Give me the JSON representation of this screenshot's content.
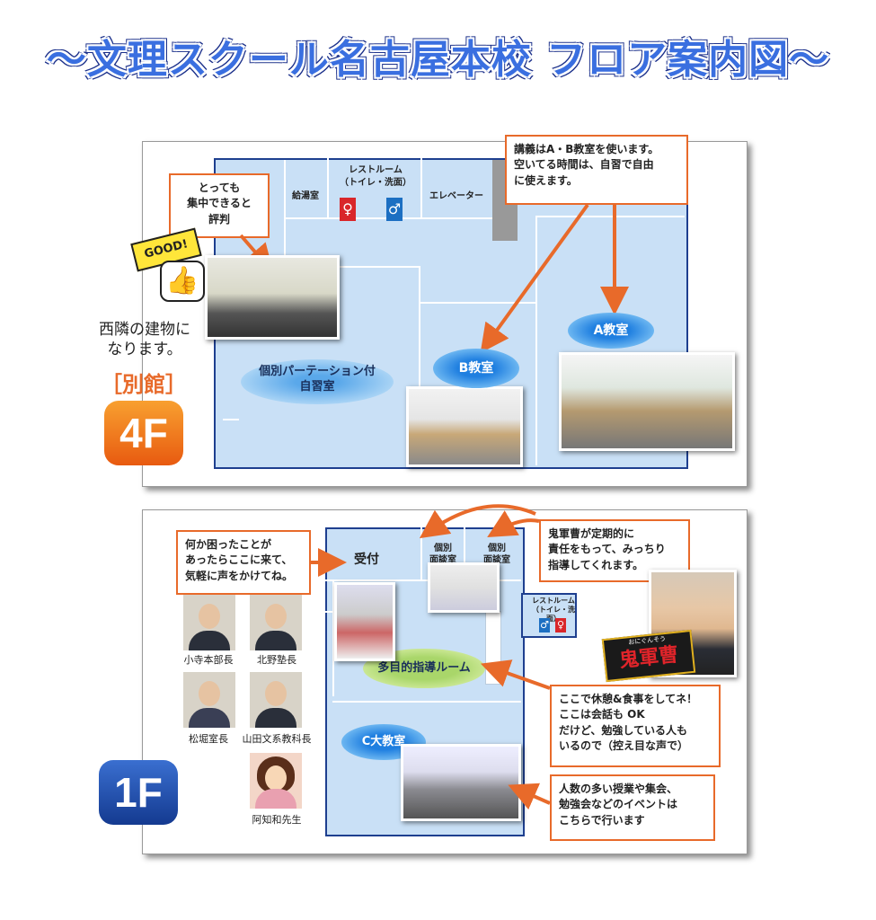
{
  "title": "〜文理スクール名古屋本校 フロア案内図〜",
  "floor4": {
    "rooms": {
      "kyutoshitsu": "給湯室",
      "restroom_title": "レストルーム",
      "restroom_sub": "（トイレ・洗面）",
      "elevator": "エレベーター"
    },
    "callout_study": "とっても\n集中できると\n評判",
    "callout_lecture": "講義はA・B教室を使います。\n空いてる時間は、自習で自由\nに使えます。",
    "good_label": "GOOD!",
    "room_a": "A教室",
    "room_b": "B教室",
    "room_study_line1": "個別パーテーション付",
    "room_study_line2": "自習室",
    "annex_desc": "西隣の建物に\nなります。",
    "annex_label": "［別館］",
    "badge": "4F"
  },
  "floor1": {
    "callout_help": "何か困ったことが\nあったらここに来て、\n気軽に声をかけてね。",
    "reception": "受付",
    "interview1": "個別\n面談室",
    "interview2": "個別\n面談室",
    "callout_oni": "鬼軍曹が定期的に\n責任をもって、みっちり\n指導してくれます。",
    "restroom_title": "レストルーム",
    "restroom_sub": "（トイレ・洗面）",
    "multi_room": "多目的指導ルーム",
    "callout_rest": "ここで休憩&食事をしてネ！\nここは会話も OK\nだけど、勉強している人も\nいるので（控え目な声で）",
    "room_c": "C大教室",
    "callout_event": "人数の多い授業や集会、\n勉強会などのイベントは\nこちらで行います",
    "oni_title": "鬼軍曹",
    "oni_ruby": "おにぐんそう",
    "staff": [
      "小寺本部長",
      "北野塾長",
      "松堀室長",
      "山田文系教科長",
      "阿知和先生"
    ],
    "badge": "1F"
  },
  "colors": {
    "title_blue": "#3a6fe0",
    "floor_blue": "#c9e0f6",
    "accent_orange": "#e86a2a",
    "badge_4f": "#f07a1a",
    "badge_1f": "#1e4fb0"
  }
}
